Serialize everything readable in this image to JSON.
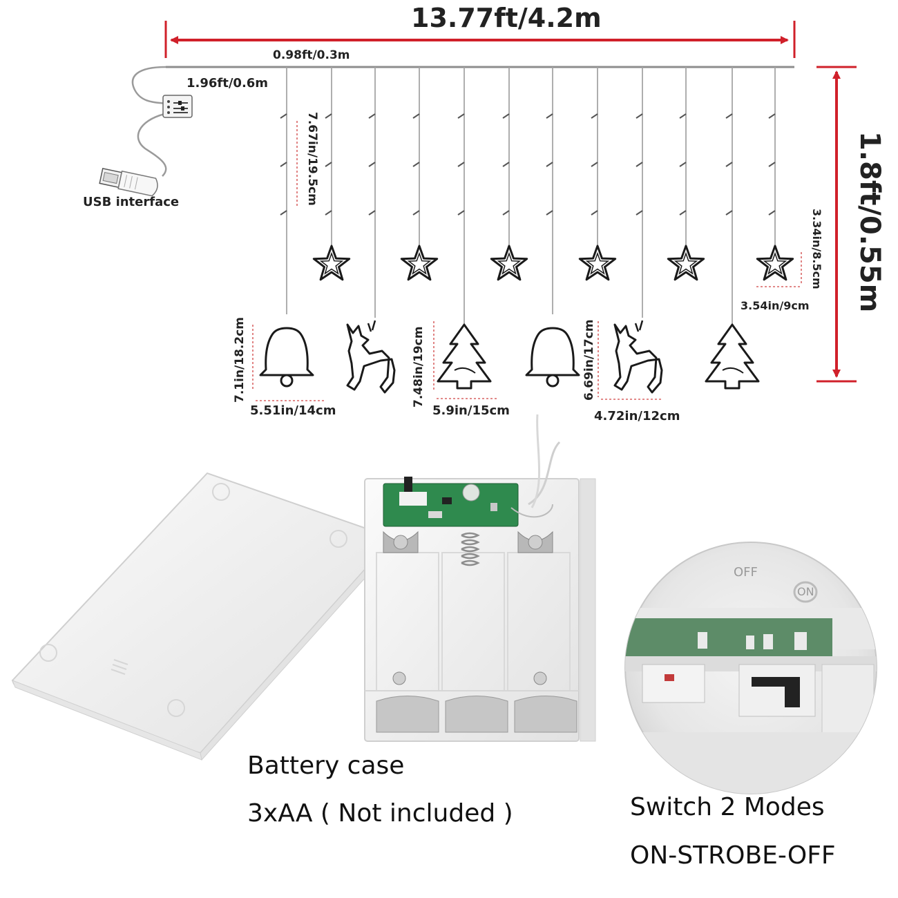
{
  "dimensions": {
    "total_length": "13.77ft/4.2m",
    "drop_height": "1.8ft/0.55m",
    "spacing": "0.98ft/0.3m",
    "lead_cable": "1.96ft/0.6m",
    "strand_length": "7.67in/19.5cm",
    "star_height": "3.34in/8.5cm",
    "star_width": "3.54in/9cm",
    "bell_height": "7.1in/18.2cm",
    "bell_width": "5.51in/14cm",
    "tree_height": "7.48in/19cm",
    "tree_width": "5.9in/15cm",
    "deer_height": "6.69in/17cm",
    "deer_width": "4.72in/12cm"
  },
  "usb_label": "USB interface",
  "battery": {
    "title": "Battery case",
    "requirement": "3xAA ( Not included )"
  },
  "switch": {
    "title": "Switch 2 Modes",
    "modes": "ON-STROBE-OFF",
    "off_text": "OFF",
    "on_text": "ON"
  },
  "colors": {
    "arrow": "#d0202a",
    "dashed_guide": "#d04040",
    "wire": "#9a9a9a",
    "outline": "#1a1a1a",
    "pcb": "#2f8a4e"
  },
  "icons": [
    "star-icon",
    "bell-icon",
    "reindeer-icon",
    "christmas-tree-icon",
    "usb-plug-icon",
    "control-box-icon"
  ]
}
